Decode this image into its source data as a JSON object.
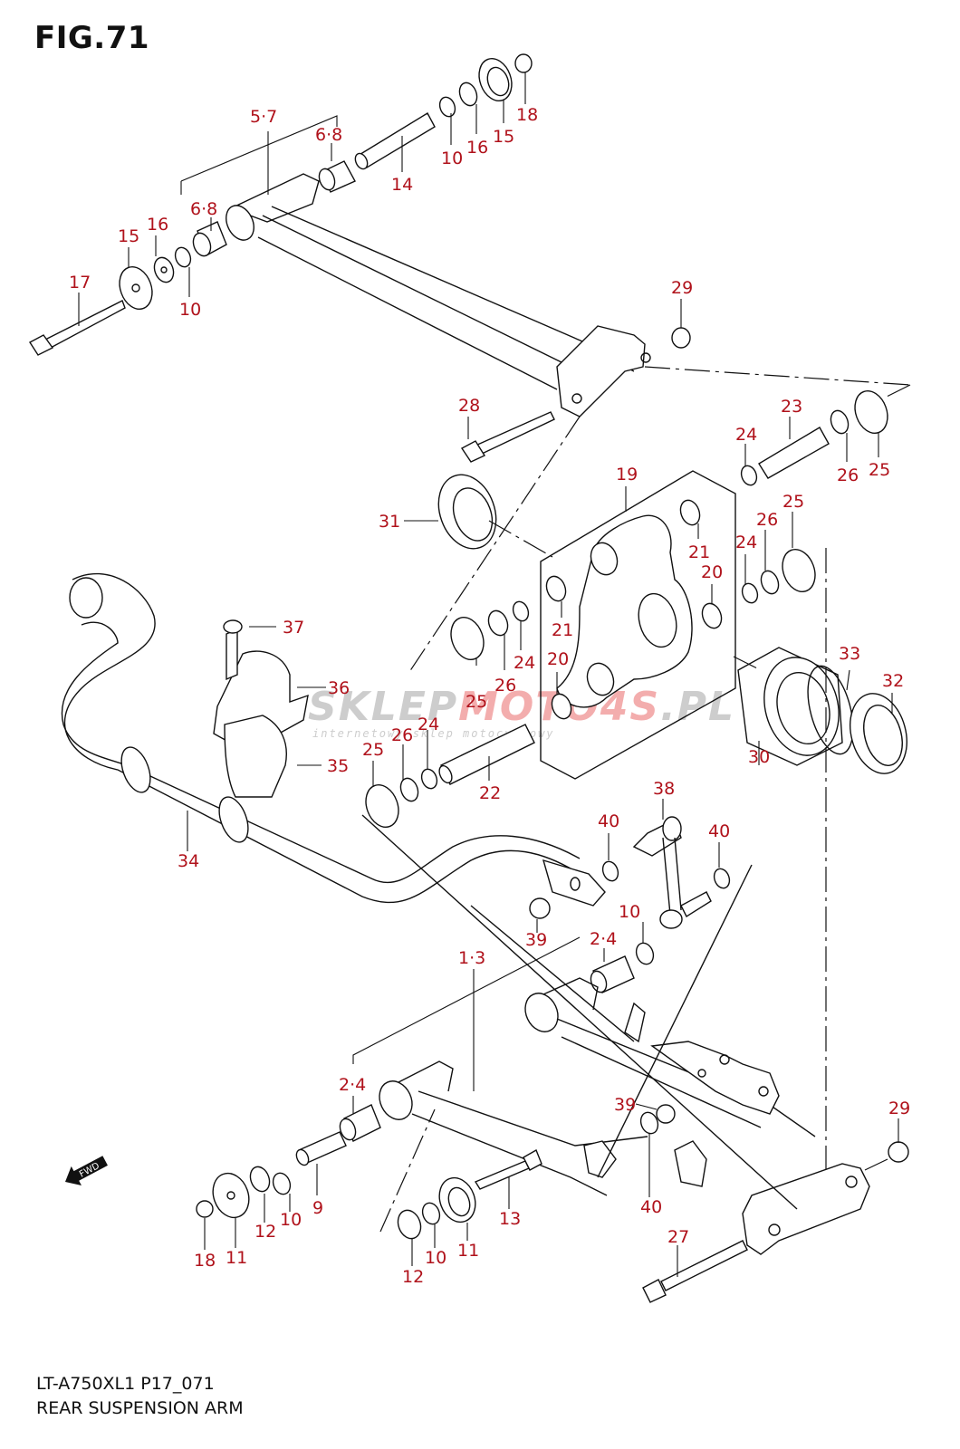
{
  "figure": {
    "title": "FIG.71",
    "model_code": "LT-A750XL1 P17_071",
    "section_name": "REAR SUSPENSION ARM"
  },
  "fwd_icon": {
    "icon": "fwd-arrow-icon",
    "label": "FWD"
  },
  "watermark": {
    "brand_part1": "SKLEP",
    "brand_part2": "MOTO",
    "brand_part3": "4S",
    "brand_tld": ".PL",
    "tagline": "internetowy sklep motocyklowy",
    "colors": {
      "gray": "#c8c8c8",
      "red": "#f2a5a5"
    }
  },
  "colors": {
    "callout": "#b0121b",
    "line": "#111111"
  },
  "callouts": [
    {
      "id": "c-5-7",
      "text": "5·7"
    },
    {
      "id": "c-6-8-top",
      "text": "6·8"
    },
    {
      "id": "c-6-8-left",
      "text": "6·8"
    },
    {
      "id": "c-14",
      "text": "14"
    },
    {
      "id": "c-10-top",
      "text": "10"
    },
    {
      "id": "c-16-top",
      "text": "16"
    },
    {
      "id": "c-15-top",
      "text": "15"
    },
    {
      "id": "c-18-top",
      "text": "18"
    },
    {
      "id": "c-15-left",
      "text": "15"
    },
    {
      "id": "c-16-left",
      "text": "16"
    },
    {
      "id": "c-17",
      "text": "17"
    },
    {
      "id": "c-10-left",
      "text": "10"
    },
    {
      "id": "c-29-top",
      "text": "29"
    },
    {
      "id": "c-28",
      "text": "28"
    },
    {
      "id": "c-23",
      "text": "23"
    },
    {
      "id": "c-24-a",
      "text": "24"
    },
    {
      "id": "c-26-a",
      "text": "26"
    },
    {
      "id": "c-25-a",
      "text": "25"
    },
    {
      "id": "c-19",
      "text": "19"
    },
    {
      "id": "c-31",
      "text": "31"
    },
    {
      "id": "c-21-a",
      "text": "21"
    },
    {
      "id": "c-20-a",
      "text": "20"
    },
    {
      "id": "c-24-b",
      "text": "24"
    },
    {
      "id": "c-26-b",
      "text": "26"
    },
    {
      "id": "c-25-b",
      "text": "25"
    },
    {
      "id": "c-37",
      "text": "37"
    },
    {
      "id": "c-21-b",
      "text": "21"
    },
    {
      "id": "c-20-b",
      "text": "20"
    },
    {
      "id": "c-24-c",
      "text": "24"
    },
    {
      "id": "c-26-c",
      "text": "26"
    },
    {
      "id": "c-25-c",
      "text": "25"
    },
    {
      "id": "c-36",
      "text": "36"
    },
    {
      "id": "c-33",
      "text": "33"
    },
    {
      "id": "c-32",
      "text": "32"
    },
    {
      "id": "c-24-d",
      "text": "24"
    },
    {
      "id": "c-26-d",
      "text": "26"
    },
    {
      "id": "c-25-d",
      "text": "25"
    },
    {
      "id": "c-35",
      "text": "35"
    },
    {
      "id": "c-22",
      "text": "22"
    },
    {
      "id": "c-30",
      "text": "30"
    },
    {
      "id": "c-38",
      "text": "38"
    },
    {
      "id": "c-34",
      "text": "34"
    },
    {
      "id": "c-40-a",
      "text": "40"
    },
    {
      "id": "c-40-b",
      "text": "40"
    },
    {
      "id": "c-39-a",
      "text": "39"
    },
    {
      "id": "c-10-mid",
      "text": "10"
    },
    {
      "id": "c-2-4-mid",
      "text": "2·4"
    },
    {
      "id": "c-1-3",
      "text": "1·3"
    },
    {
      "id": "c-2-4-low",
      "text": "2·4"
    },
    {
      "id": "c-39-b",
      "text": "39"
    },
    {
      "id": "c-29-low",
      "text": "29"
    },
    {
      "id": "c-9",
      "text": "9"
    },
    {
      "id": "c-12-a",
      "text": "12"
    },
    {
      "id": "c-10-low-a",
      "text": "10"
    },
    {
      "id": "c-13",
      "text": "13"
    },
    {
      "id": "c-40-c",
      "text": "40"
    },
    {
      "id": "c-18-low",
      "text": "18"
    },
    {
      "id": "c-11-a",
      "text": "11"
    },
    {
      "id": "c-27",
      "text": "27"
    },
    {
      "id": "c-12-b",
      "text": "12"
    },
    {
      "id": "c-10-low-b",
      "text": "10"
    },
    {
      "id": "c-11-b",
      "text": "11"
    }
  ]
}
